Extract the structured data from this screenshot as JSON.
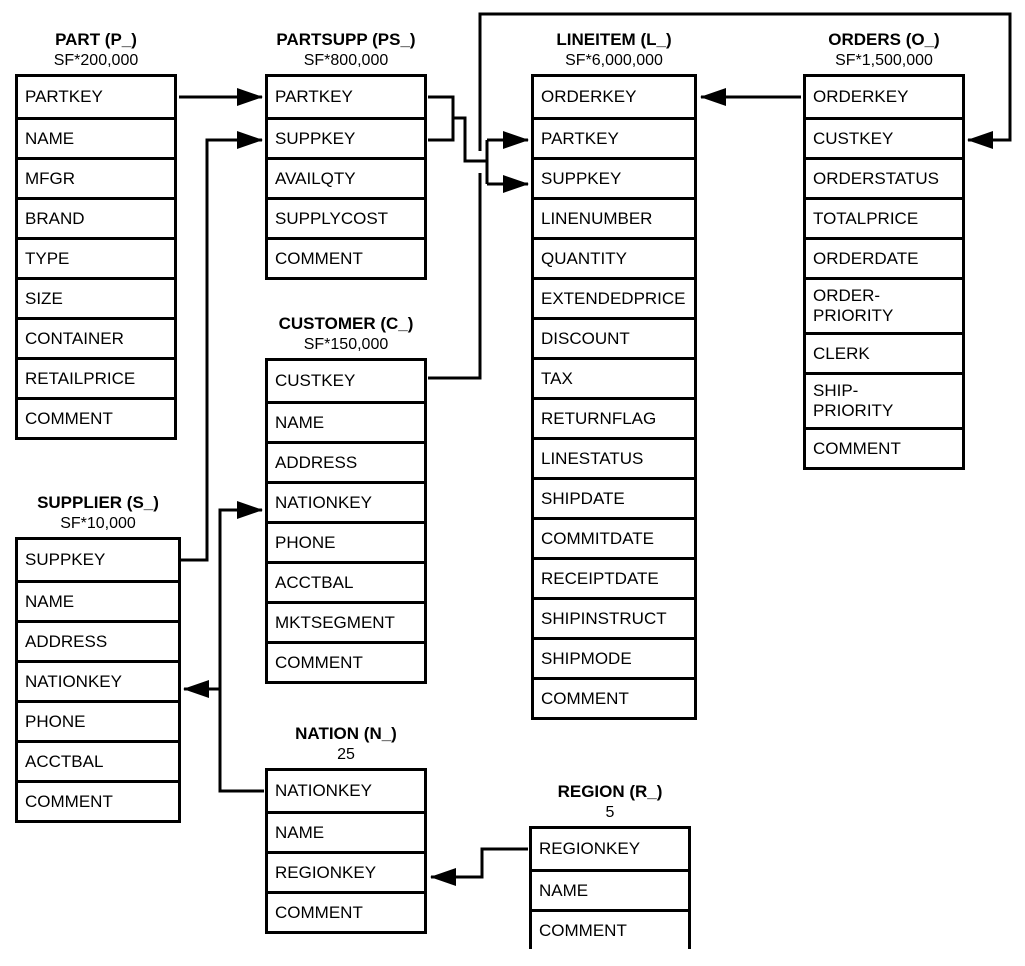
{
  "diagram": "TPC-H schema entity-relationship diagram",
  "colors": {
    "background": "#ffffff",
    "line": "#000000",
    "text": "#000000"
  },
  "tables": {
    "part": {
      "title": "PART (P_)",
      "cardinality": "SF*200,000",
      "columns": [
        "PARTKEY",
        "NAME",
        "MFGR",
        "BRAND",
        "TYPE",
        "SIZE",
        "CONTAINER",
        "RETAILPRICE",
        "COMMENT"
      ]
    },
    "partsupp": {
      "title": "PARTSUPP (PS_)",
      "cardinality": "SF*800,000",
      "columns": [
        "PARTKEY",
        "SUPPKEY",
        "AVAILQTY",
        "SUPPLYCOST",
        "COMMENT"
      ]
    },
    "lineitem": {
      "title": "LINEITEM (L_)",
      "cardinality": "SF*6,000,000",
      "columns": [
        "ORDERKEY",
        "PARTKEY",
        "SUPPKEY",
        "LINENUMBER",
        "QUANTITY",
        "EXTENDEDPRICE",
        "DISCOUNT",
        "TAX",
        "RETURNFLAG",
        "LINESTATUS",
        "SHIPDATE",
        "COMMITDATE",
        "RECEIPTDATE",
        "SHIPINSTRUCT",
        "SHIPMODE",
        "COMMENT"
      ]
    },
    "orders": {
      "title": "ORDERS (O_)",
      "cardinality": "SF*1,500,000",
      "columns": [
        "ORDERKEY",
        "CUSTKEY",
        "ORDERSTATUS",
        "TOTALPRICE",
        "ORDERDATE",
        "ORDER-\nPRIORITY",
        "CLERK",
        "SHIP-\nPRIORITY",
        "COMMENT"
      ]
    },
    "supplier": {
      "title": "SUPPLIER (S_)",
      "cardinality": "SF*10,000",
      "columns": [
        "SUPPKEY",
        "NAME",
        "ADDRESS",
        "NATIONKEY",
        "PHONE",
        "ACCTBAL",
        "COMMENT"
      ]
    },
    "customer": {
      "title": "CUSTOMER (C_)",
      "cardinality": "SF*150,000",
      "columns": [
        "CUSTKEY",
        "NAME",
        "ADDRESS",
        "NATIONKEY",
        "PHONE",
        "ACCTBAL",
        "MKTSEGMENT",
        "COMMENT"
      ]
    },
    "nation": {
      "title": "NATION (N_)",
      "cardinality": "25",
      "columns": [
        "NATIONKEY",
        "NAME",
        "REGIONKEY",
        "COMMENT"
      ]
    },
    "region": {
      "title": "REGION (R_)",
      "cardinality": "5",
      "columns": [
        "REGIONKEY",
        "NAME",
        "COMMENT"
      ]
    }
  },
  "relationships": [
    {
      "from": "PART.PARTKEY",
      "to": "PARTSUPP.PARTKEY"
    },
    {
      "from": "SUPPLIER.SUPPKEY",
      "to": "PARTSUPP.SUPPKEY"
    },
    {
      "from": "PARTSUPP.PARTKEY",
      "to": "LINEITEM.PARTKEY"
    },
    {
      "from": "PARTSUPP.SUPPKEY",
      "to": "LINEITEM.SUPPKEY"
    },
    {
      "from": "ORDERS.ORDERKEY",
      "to": "LINEITEM.ORDERKEY"
    },
    {
      "from": "CUSTOMER.CUSTKEY",
      "to": "ORDERS.CUSTKEY"
    },
    {
      "from": "NATION.NATIONKEY",
      "to": "CUSTOMER.NATIONKEY"
    },
    {
      "from": "NATION.NATIONKEY",
      "to": "SUPPLIER.NATIONKEY"
    },
    {
      "from": "REGION.REGIONKEY",
      "to": "NATION.REGIONKEY"
    }
  ]
}
